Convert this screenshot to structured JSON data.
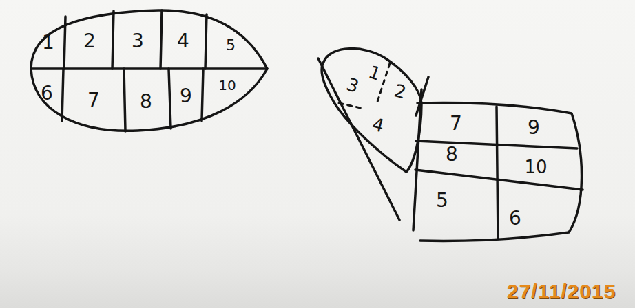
{
  "diagram": {
    "labels": [
      "1",
      "2",
      "3",
      "4",
      "5",
      "6",
      "7",
      "8",
      "9",
      "10",
      "1",
      "2",
      "3",
      "4",
      "7",
      "9",
      "8",
      "10",
      "5",
      "6",
      "27/11/2015"
    ]
  }
}
